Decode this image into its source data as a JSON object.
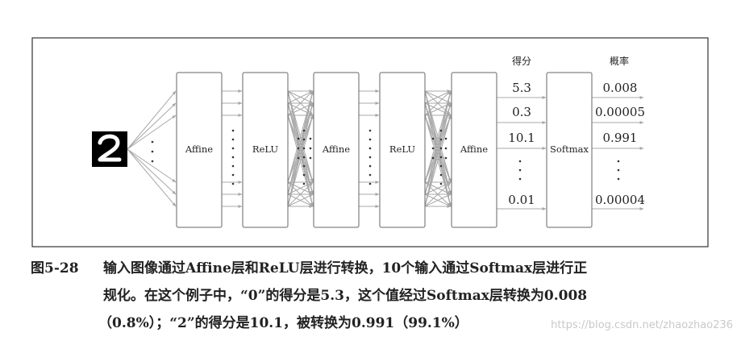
{
  "diagram": {
    "layers": [
      "Affine",
      "ReLU",
      "Affine",
      "ReLU",
      "Affine",
      "Softmax"
    ],
    "column_headers": {
      "scores": "得分",
      "probabilities": "概率"
    },
    "scores": [
      "5.3",
      "0.3",
      "10.1",
      "0.01"
    ],
    "probabilities": [
      "0.008",
      "0.00005",
      "0.991",
      "0.00004"
    ],
    "input_digit": "2"
  },
  "caption": {
    "label": "图5-28",
    "line1": "输入图像通过Affine层和ReLU层进行转换，10个输入通过Softmax层进行正",
    "line2": "规化。在这个例子中，“0”的得分是5.3，这个值经过Softmax层转换为0.008",
    "line3": "（0.8%）；“2”的得分是10.1，被转换为0.991（99.1%）"
  },
  "watermark": "https://blog.csdn.net/zhaozhao236"
}
